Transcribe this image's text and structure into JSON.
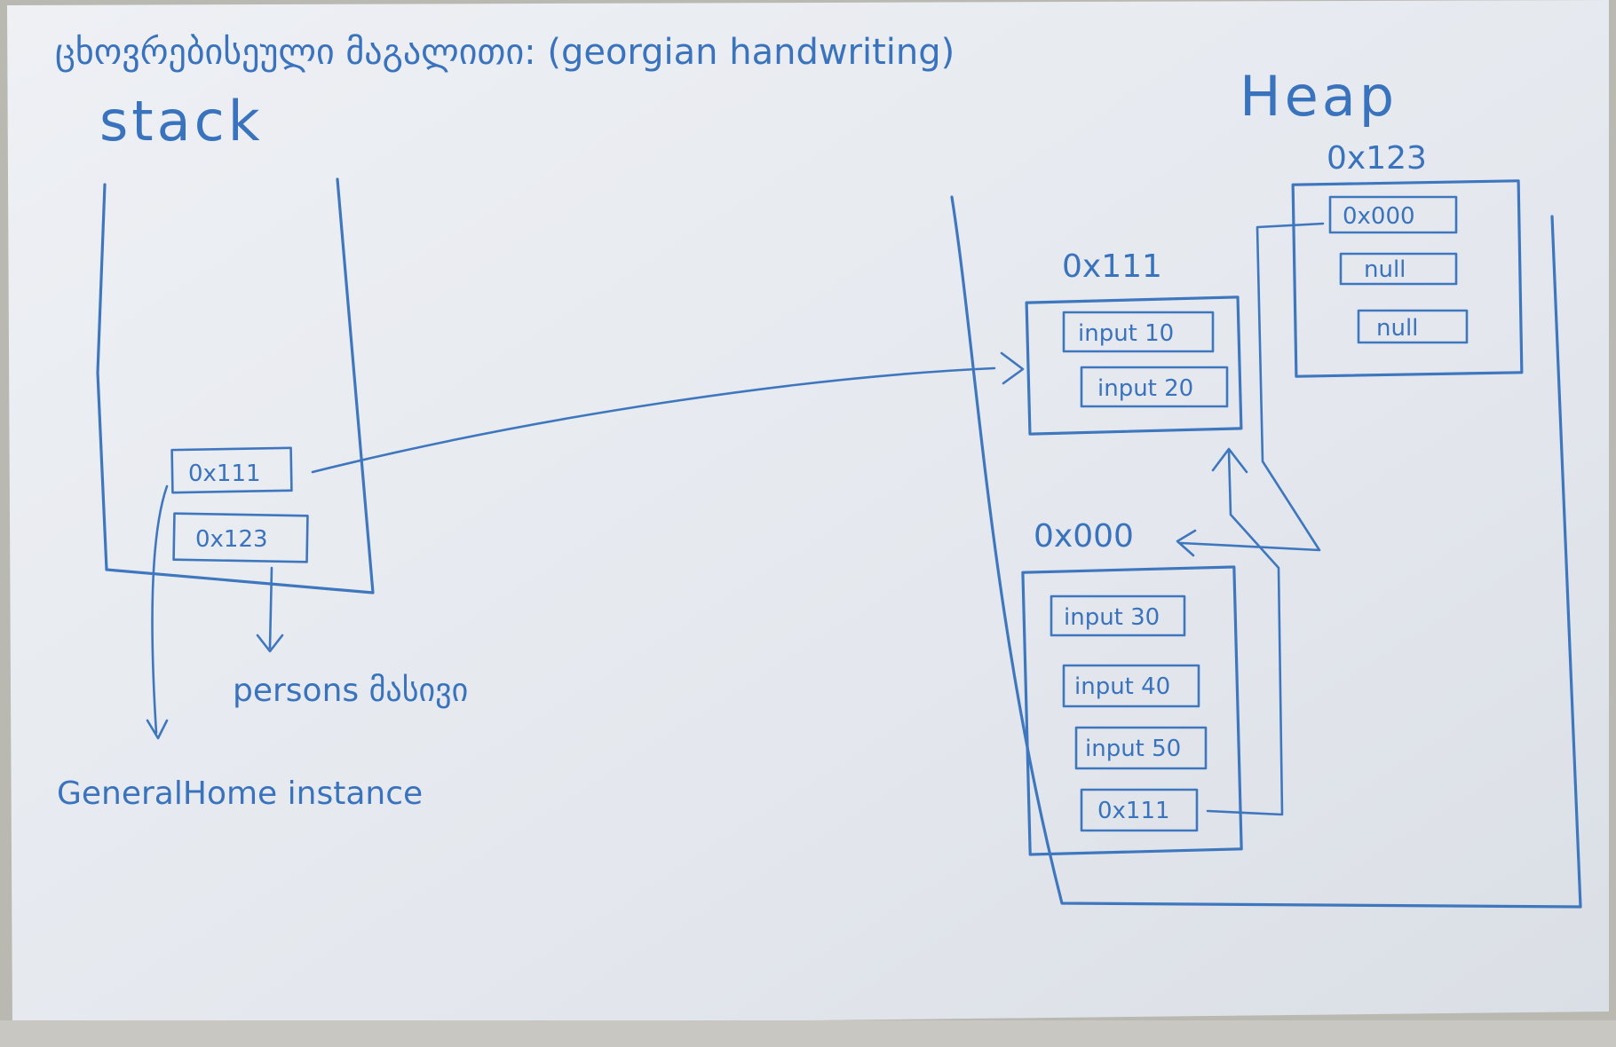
{
  "board": {
    "title": "ცხოვრებისეული მაგალითი: (georgian handwriting)",
    "stack_label": "stack",
    "heap_label": "Heap"
  },
  "stack": {
    "cells": [
      "0x111",
      "0x123"
    ],
    "persons_label": "persons მასივი",
    "instance_label": "GeneralHome instance"
  },
  "heap": {
    "obj_0x123": {
      "address": "0x123",
      "cells": [
        "0x000",
        "null",
        "null"
      ]
    },
    "obj_0x111": {
      "address": "0x111",
      "cells": [
        "input 10",
        "input 20"
      ]
    },
    "obj_0x000": {
      "address": "0x000",
      "cells": [
        "input 30",
        "input 40",
        "input 50",
        "0x111"
      ]
    }
  },
  "colors": {
    "ink": "#3f77bf",
    "board": "#e9ecf1",
    "frame": "#b9b8b1"
  }
}
